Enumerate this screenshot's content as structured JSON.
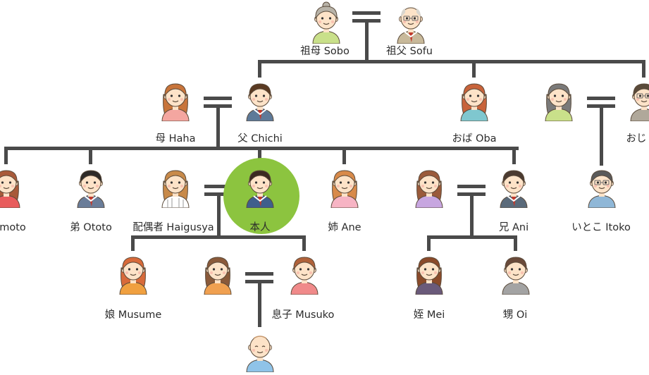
{
  "colors": {
    "line": "#4a4a4a",
    "highlight": "#8cc43f",
    "skin": "#fde3c8",
    "outline": "#5a4a3a"
  },
  "people": {
    "sobo": {
      "label": "祖母 Sobo",
      "icon": "grandmother-avatar-icon"
    },
    "sofu": {
      "label": "祖父 Sofu",
      "icon": "grandfather-avatar-icon"
    },
    "haha": {
      "label": "母 Haha",
      "icon": "mother-avatar-icon"
    },
    "chichi": {
      "label": "父 Chichi",
      "icon": "father-avatar-icon"
    },
    "oba": {
      "label": "おば Oba",
      "icon": "aunt-avatar-icon"
    },
    "oji": {
      "label": "おじ",
      "icon": "uncle-avatar-icon"
    },
    "oji_wife": {
      "label": "",
      "icon": "uncle-wife-avatar-icon"
    },
    "imoto": {
      "label": "moto",
      "icon": "younger-sister-avatar-icon"
    },
    "ototo": {
      "label": "弟 Ototo",
      "icon": "younger-brother-avatar-icon"
    },
    "haigusya": {
      "label": "配偶者 Haigusya",
      "icon": "spouse-avatar-icon"
    },
    "honnin": {
      "label": "本人",
      "icon": "self-avatar-icon"
    },
    "ane": {
      "label": "姉 Ane",
      "icon": "older-sister-avatar-icon"
    },
    "ani_wife": {
      "label": "",
      "icon": "older-brother-wife-avatar-icon"
    },
    "ani": {
      "label": "兄 Ani",
      "icon": "older-brother-avatar-icon"
    },
    "itoko": {
      "label": "いとこ Itoko",
      "icon": "cousin-avatar-icon"
    },
    "musume": {
      "label": "娘 Musume",
      "icon": "daughter-avatar-icon"
    },
    "musuko_wife": {
      "label": "",
      "icon": "son-wife-avatar-icon"
    },
    "musuko": {
      "label": "息子 Musuko",
      "icon": "son-avatar-icon"
    },
    "mei": {
      "label": "姪 Mei",
      "icon": "niece-avatar-icon"
    },
    "oi": {
      "label": "甥 Oi",
      "icon": "nephew-avatar-icon"
    },
    "mago": {
      "label": "",
      "icon": "grandchild-baby-avatar-icon"
    }
  }
}
